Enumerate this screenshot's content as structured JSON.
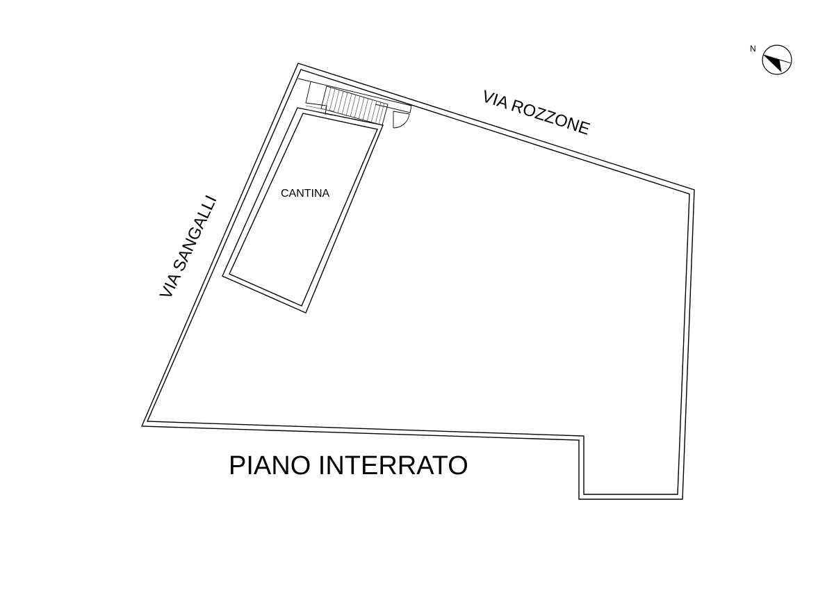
{
  "plan": {
    "title": "PIANO INTERRATO",
    "room_label": "CANTINA",
    "streets": {
      "north_street": "VIA ROZZONE",
      "west_street": "VIA SANGALLI"
    },
    "compass": {
      "letter": "N"
    }
  },
  "colors": {
    "line": "#000000",
    "background": "#ffffff"
  }
}
